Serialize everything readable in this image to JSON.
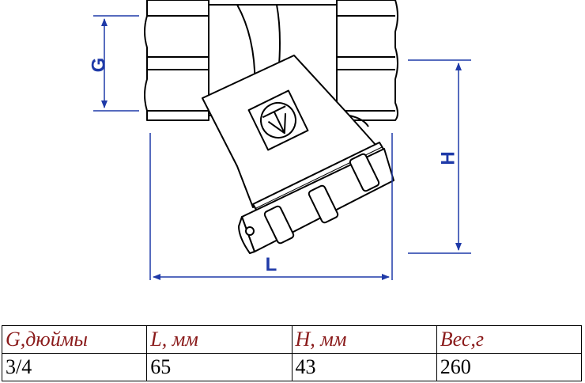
{
  "diagram": {
    "dimension_labels": {
      "g": "G",
      "l": "L",
      "h": "H"
    },
    "colors": {
      "dimension": "#1f3aa8",
      "outline": "#000000",
      "fill": "#ffffff"
    },
    "icons": {
      "logo": "valve-logo-icon"
    }
  },
  "table": {
    "headers": [
      "G,дюймы",
      "L, мм",
      "H, мм",
      "Вес,г"
    ],
    "rows": [
      [
        "3/4",
        "65",
        "43",
        "260"
      ]
    ],
    "colors": {
      "header_text": "#8a1a1a",
      "value_text": "#000000"
    }
  }
}
